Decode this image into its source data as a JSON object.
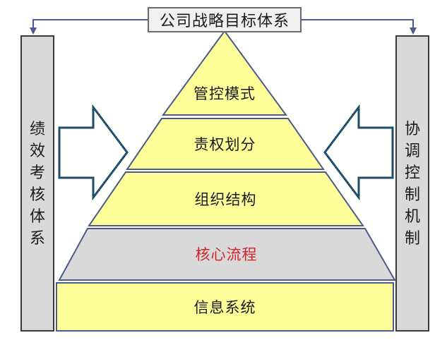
{
  "title": "公司战略目标体系",
  "left_pillar": {
    "label": "绩效考核体系"
  },
  "right_pillar": {
    "label": "协调控制机制"
  },
  "layers": [
    {
      "label": "管控模式"
    },
    {
      "label": "责权划分"
    },
    {
      "label": "组织结构"
    },
    {
      "label": "核心流程"
    },
    {
      "label": "信息系统"
    }
  ],
  "colors": {
    "layer_fill": "#ffff99",
    "highlight_fill": "#d9d9d9",
    "highlight_text": "#d0262a",
    "pillar_fill": "#d9d9d9",
    "outline": "#4a5b8c",
    "arrow_stroke": "#1f4e6a"
  }
}
